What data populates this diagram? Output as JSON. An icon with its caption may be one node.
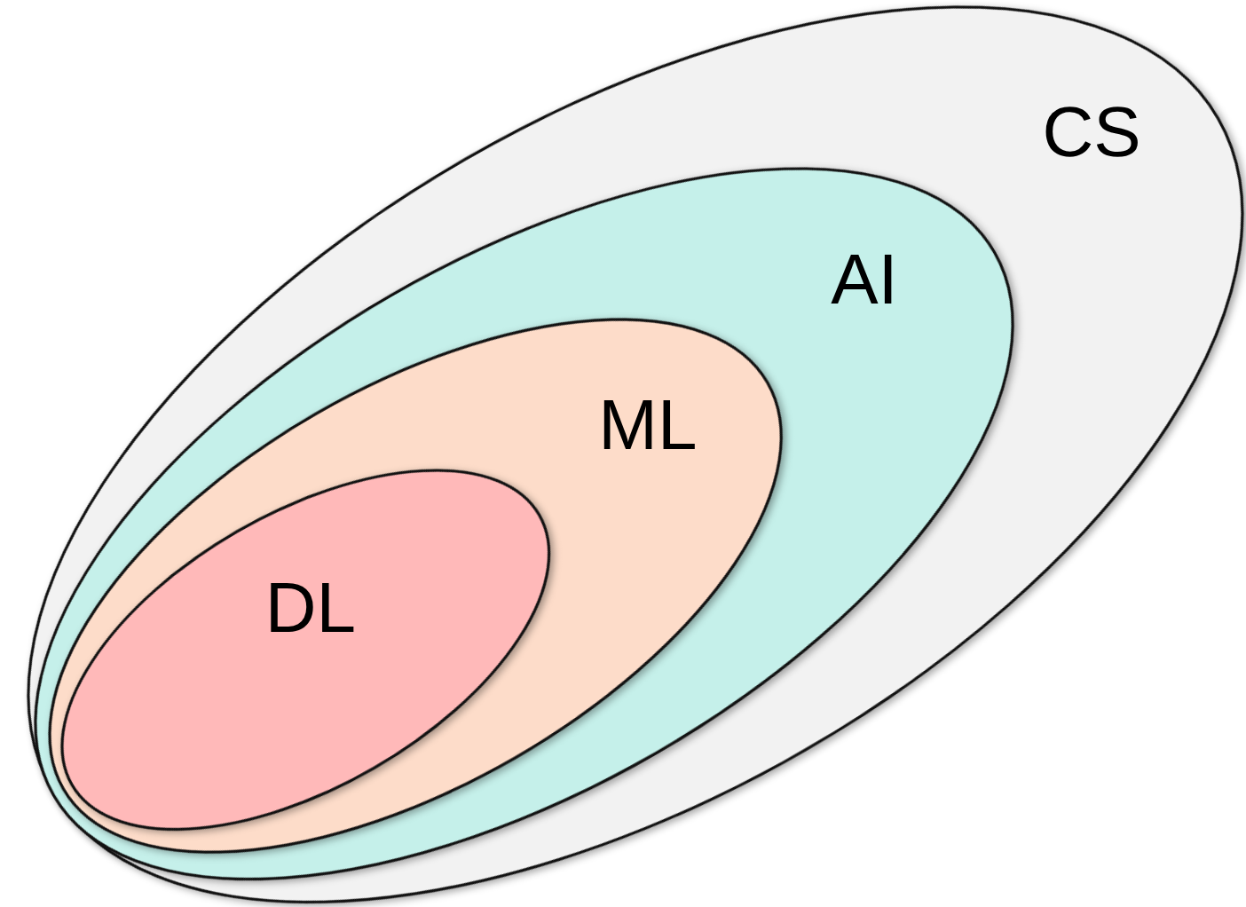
{
  "diagram": {
    "nodes": [
      {
        "text": [
          "CS"
        ]
      },
      {
        "text": [
          "AI"
        ],
        "in": 0
      },
      {
        "text": [
          "ML"
        ],
        "in": 1
      },
      {
        "text": [
          "DL"
        ],
        "in": 2
      }
    ]
  }
}
